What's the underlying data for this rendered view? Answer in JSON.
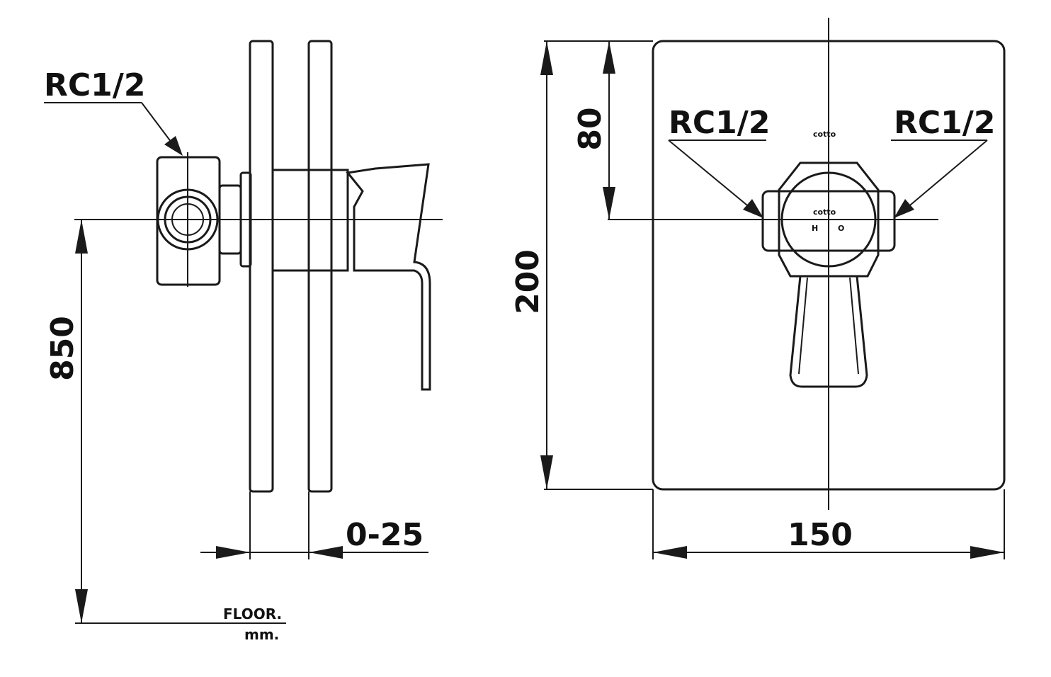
{
  "side_view": {
    "thread_label": "RC1/2",
    "height_label": "850",
    "gap_label": "0-25",
    "floor_label": "FLOOR.",
    "unit_label": "mm."
  },
  "front_view": {
    "thread_label_left": "RC1/2",
    "thread_label_right": "RC1/2",
    "height_label": "200",
    "center_label": "80",
    "width_label": "150",
    "brand_top": "cotto",
    "brand_handle": "cotto",
    "hot_label": "H",
    "cold_label": "O"
  }
}
